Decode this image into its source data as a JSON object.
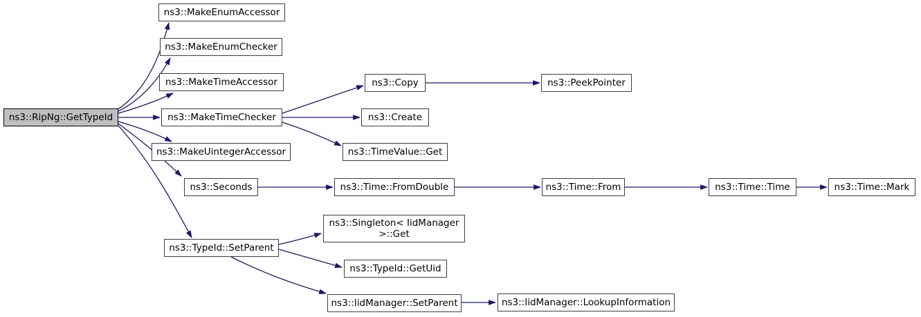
{
  "diagram": {
    "type": "call-graph",
    "colors": {
      "edge": "#191970",
      "node_border": "#3d3d3d",
      "node_fill": "#ffffff",
      "highlight_fill": "#bfbfbf",
      "text": "#000000",
      "background": "#ffffff"
    },
    "nodes": [
      {
        "id": "ripng-gettypeid",
        "label": "ns3::RipNg::GetTypeId",
        "highlighted": true
      },
      {
        "id": "make-enum-accessor",
        "label": "ns3::MakeEnumAccessor"
      },
      {
        "id": "make-enum-checker",
        "label": "ns3::MakeEnumChecker"
      },
      {
        "id": "make-time-accessor",
        "label": "ns3::MakeTimeAccessor"
      },
      {
        "id": "make-time-checker",
        "label": "ns3::MakeTimeChecker"
      },
      {
        "id": "make-uinteger-accessor",
        "label": "ns3::MakeUintegerAccessor"
      },
      {
        "id": "seconds",
        "label": "ns3::Seconds"
      },
      {
        "id": "typeid-setparent",
        "label": "ns3::TypeId::SetParent"
      },
      {
        "id": "copy",
        "label": "ns3::Copy"
      },
      {
        "id": "create",
        "label": "ns3::Create"
      },
      {
        "id": "timevalue-get",
        "label": "ns3::TimeValue::Get"
      },
      {
        "id": "time-fromdouble",
        "label": "ns3::Time::FromDouble"
      },
      {
        "id": "singleton-get",
        "label": "ns3::Singleton< IidManager >::Get",
        "lines": [
          "ns3::Singleton< IidManager",
          ">::Get"
        ]
      },
      {
        "id": "typeid-getuid",
        "label": "ns3::TypeId::GetUid"
      },
      {
        "id": "iidmanager-setparent",
        "label": "ns3::IidManager::SetParent"
      },
      {
        "id": "peekpointer",
        "label": "ns3::PeekPointer"
      },
      {
        "id": "time-from",
        "label": "ns3::Time::From"
      },
      {
        "id": "iidmanager-lookupinformation",
        "label": "ns3::IidManager::LookupInformation"
      },
      {
        "id": "time-time",
        "label": "ns3::Time::Time"
      },
      {
        "id": "time-mark",
        "label": "ns3::Time::Mark"
      }
    ],
    "edges": [
      {
        "from": "ripng-gettypeid",
        "to": "make-enum-accessor"
      },
      {
        "from": "ripng-gettypeid",
        "to": "make-enum-checker"
      },
      {
        "from": "ripng-gettypeid",
        "to": "make-time-accessor"
      },
      {
        "from": "ripng-gettypeid",
        "to": "make-time-checker"
      },
      {
        "from": "ripng-gettypeid",
        "to": "make-uinteger-accessor"
      },
      {
        "from": "ripng-gettypeid",
        "to": "seconds"
      },
      {
        "from": "ripng-gettypeid",
        "to": "typeid-setparent"
      },
      {
        "from": "make-time-checker",
        "to": "copy"
      },
      {
        "from": "make-time-checker",
        "to": "create"
      },
      {
        "from": "make-time-checker",
        "to": "timevalue-get"
      },
      {
        "from": "copy",
        "to": "peekpointer"
      },
      {
        "from": "seconds",
        "to": "time-fromdouble"
      },
      {
        "from": "time-fromdouble",
        "to": "time-from"
      },
      {
        "from": "time-from",
        "to": "time-time"
      },
      {
        "from": "time-time",
        "to": "time-mark"
      },
      {
        "from": "typeid-setparent",
        "to": "singleton-get"
      },
      {
        "from": "typeid-setparent",
        "to": "typeid-getuid"
      },
      {
        "from": "typeid-setparent",
        "to": "iidmanager-setparent"
      },
      {
        "from": "iidmanager-setparent",
        "to": "iidmanager-lookupinformation"
      }
    ]
  }
}
